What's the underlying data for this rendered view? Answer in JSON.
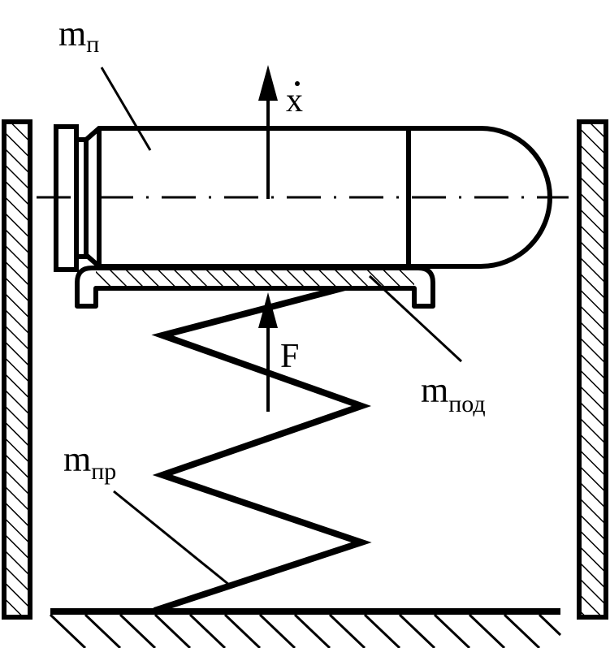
{
  "labels": {
    "projectile": {
      "main": "m",
      "sub": "п"
    },
    "carrier": {
      "main": "m",
      "sub": "под"
    },
    "spring": {
      "main": "m",
      "sub": "пр"
    },
    "force": "F",
    "velocity": "x"
  },
  "colors": {
    "stroke": "#000000",
    "background": "#ffffff"
  }
}
